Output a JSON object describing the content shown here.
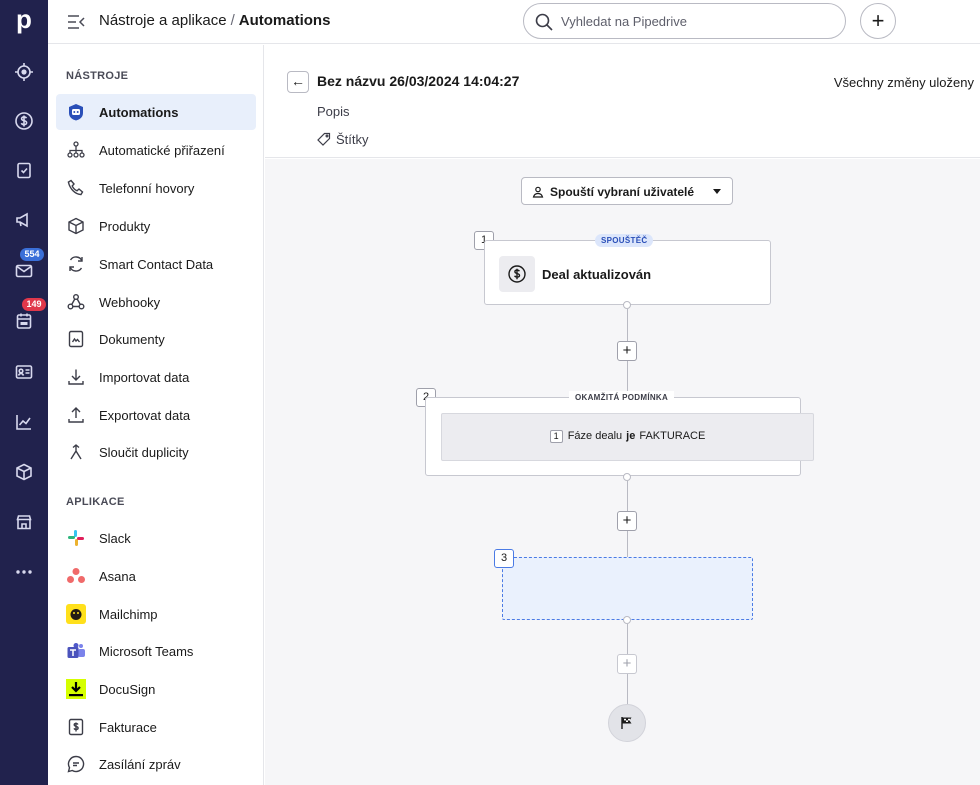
{
  "brand": {
    "logo": "p",
    "rail_bg": "#21224d",
    "accent": "#2a4fb8"
  },
  "rail": {
    "items": [
      {
        "icon": "target-icon"
      },
      {
        "icon": "dollar-icon"
      },
      {
        "icon": "clipboard-check-icon"
      },
      {
        "icon": "megaphone-icon"
      },
      {
        "icon": "mail-icon",
        "badge": "554",
        "badge_color": "#3a6fd8"
      },
      {
        "icon": "calendar-icon",
        "badge": "149",
        "badge_color": "#e0384b"
      },
      {
        "icon": "contacts-card-icon"
      },
      {
        "icon": "chart-icon"
      },
      {
        "icon": "box-icon"
      },
      {
        "icon": "store-icon"
      },
      {
        "icon": "more-icon"
      }
    ]
  },
  "topbar": {
    "breadcrumb_parent": "Nástroje a aplikace",
    "breadcrumb_sep": "/",
    "breadcrumb_current": "Automations",
    "search_placeholder": "Vyhledat na Pipedrive",
    "add_label": "+"
  },
  "sidenav": {
    "tools_title": "NÁSTROJE",
    "tools": [
      {
        "label": "Automations",
        "icon": "automation-robot-icon",
        "active": true
      },
      {
        "label": "Automatické přiřazení",
        "icon": "assignment-tree-icon"
      },
      {
        "label": "Telefonní hovory",
        "icon": "phone-icon"
      },
      {
        "label": "Produkty",
        "icon": "box-icon"
      },
      {
        "label": "Smart Contact Data",
        "icon": "sync-icon"
      },
      {
        "label": "Webhooky",
        "icon": "webhook-icon"
      },
      {
        "label": "Dokumenty",
        "icon": "document-icon"
      },
      {
        "label": "Importovat data",
        "icon": "import-icon"
      },
      {
        "label": "Exportovat data",
        "icon": "export-icon"
      },
      {
        "label": "Sloučit duplicity",
        "icon": "merge-icon"
      }
    ],
    "apps_title": "APLIKACE",
    "apps": [
      {
        "label": "Slack",
        "icon": "slack-icon"
      },
      {
        "label": "Asana",
        "icon": "asana-icon"
      },
      {
        "label": "Mailchimp",
        "icon": "mailchimp-icon"
      },
      {
        "label": "Microsoft Teams",
        "icon": "teams-icon"
      },
      {
        "label": "DocuSign",
        "icon": "docusign-icon"
      },
      {
        "label": "Fakturace",
        "icon": "invoice-icon"
      },
      {
        "label": "Zasílání zpráv",
        "icon": "chat-icon"
      }
    ]
  },
  "workflow": {
    "back_label": "←",
    "title": "Bez názvu 26/03/2024 14:04:27",
    "saved_status": "Všechny změny uloženy",
    "description_label": "Popis",
    "tags_label": "Štítky",
    "run_by": "Spouští vybraní uživatelé",
    "steps": [
      {
        "number": "1",
        "type_label": "SPOUŠTĚČ",
        "label": "Deal aktualizován",
        "icon": "dollar-circle-icon"
      },
      {
        "number": "2",
        "type_label": "OKAMŽITÁ PODMÍNKA",
        "cond_index": "1",
        "cond_field": "Fáze dealu",
        "cond_op": "je",
        "cond_value": "FAKTURACE"
      },
      {
        "number": "3"
      }
    ],
    "add_label": "+",
    "end_icon": "finish-flag-icon"
  }
}
